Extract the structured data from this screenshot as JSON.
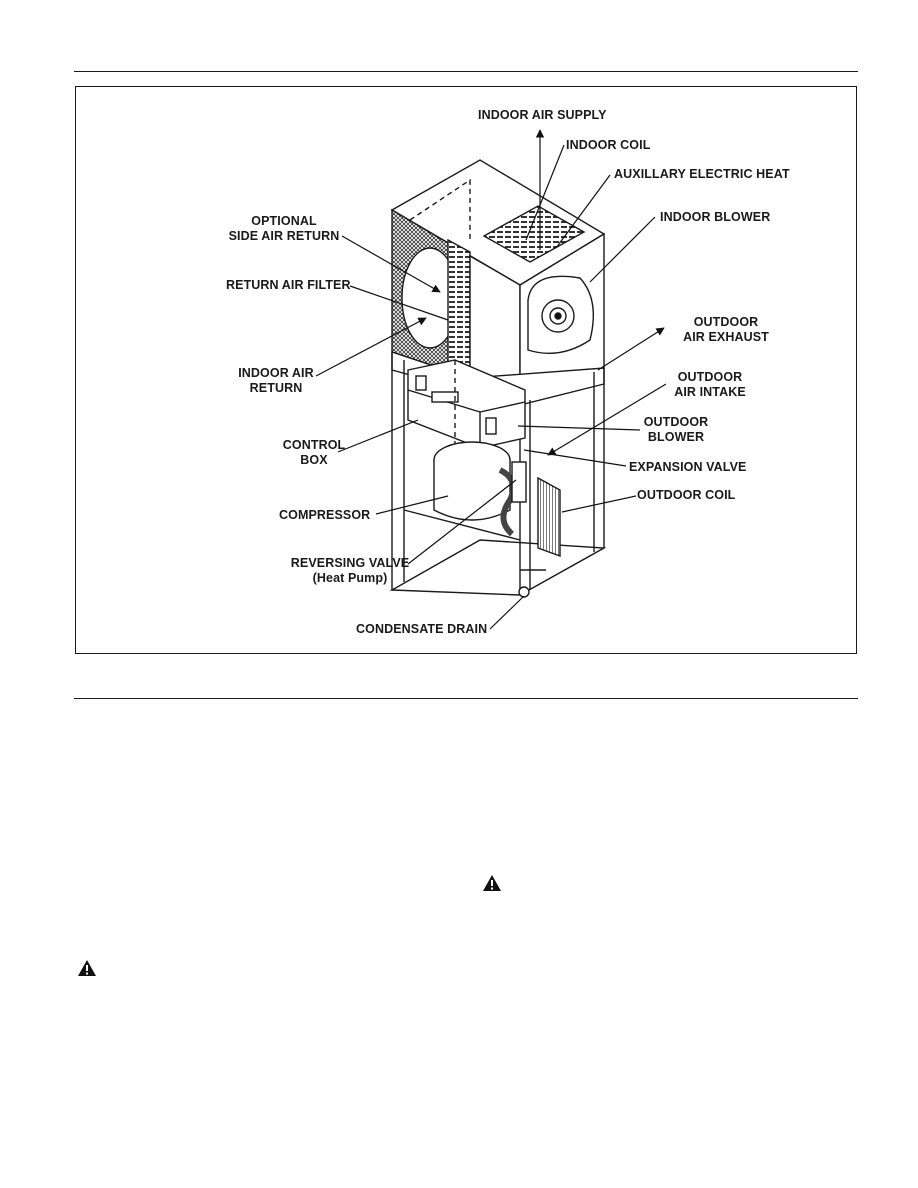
{
  "figure": {
    "labels": {
      "indoor_air_supply": "INDOOR AIR SUPPLY",
      "indoor_coil": "INDOOR COIL",
      "auxiliary_electric_heat": "AUXILLARY ELECTRIC HEAT",
      "indoor_blower": "INDOOR BLOWER",
      "optional_side_air_return_1": "OPTIONAL",
      "optional_side_air_return_2": "SIDE AIR RETURN",
      "return_air_filter": "RETURN AIR FILTER",
      "outdoor_air_exhaust_1": "OUTDOOR",
      "outdoor_air_exhaust_2": "AIR EXHAUST",
      "indoor_air_return_1": "INDOOR AIR",
      "indoor_air_return_2": "RETURN",
      "outdoor_air_intake_1": "OUTDOOR",
      "outdoor_air_intake_2": "AIR INTAKE",
      "control_box_1": "CONTROL",
      "control_box_2": "BOX",
      "outdoor_blower_1": "OUTDOOR",
      "outdoor_blower_2": "BLOWER",
      "expansion_valve": "EXPANSION VALVE",
      "outdoor_coil": "OUTDOOR COIL",
      "compressor": "COMPRESSOR",
      "reversing_valve_1": "REVERSING VALVE",
      "reversing_valve_2": "(Heat Pump)",
      "condensate_drain": "CONDENSATE DRAIN"
    }
  },
  "icons": {
    "warning_right": "warning-triangle-icon",
    "warning_left": "warning-triangle-icon"
  }
}
